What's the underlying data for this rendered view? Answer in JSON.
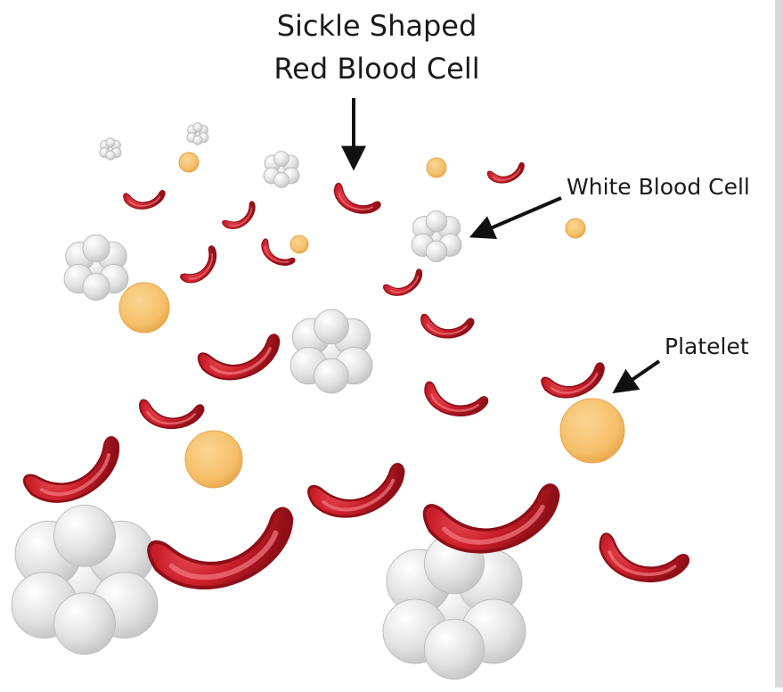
{
  "labels": {
    "rbc_line1": "Sickle Shaped",
    "rbc_line2": "Red Blood Cell",
    "wbc": "White Blood Cell",
    "platelet": "Platelet"
  },
  "colors": {
    "red_cell": "#cc1f2b",
    "red_cell_highlight": "#ea4a52",
    "red_cell_dark": "#8e0f17",
    "white_cell": "#dcdcdc",
    "white_cell_edge": "#bdbdbd",
    "platelet": "#f5bf6a",
    "platelet_edge": "#e6a54a",
    "arrow": "#111111"
  },
  "icons": [
    "sickle-red-blood-cell-icon",
    "white-blood-cell-cluster-icon",
    "platelet-icon",
    "arrow-icon"
  ]
}
